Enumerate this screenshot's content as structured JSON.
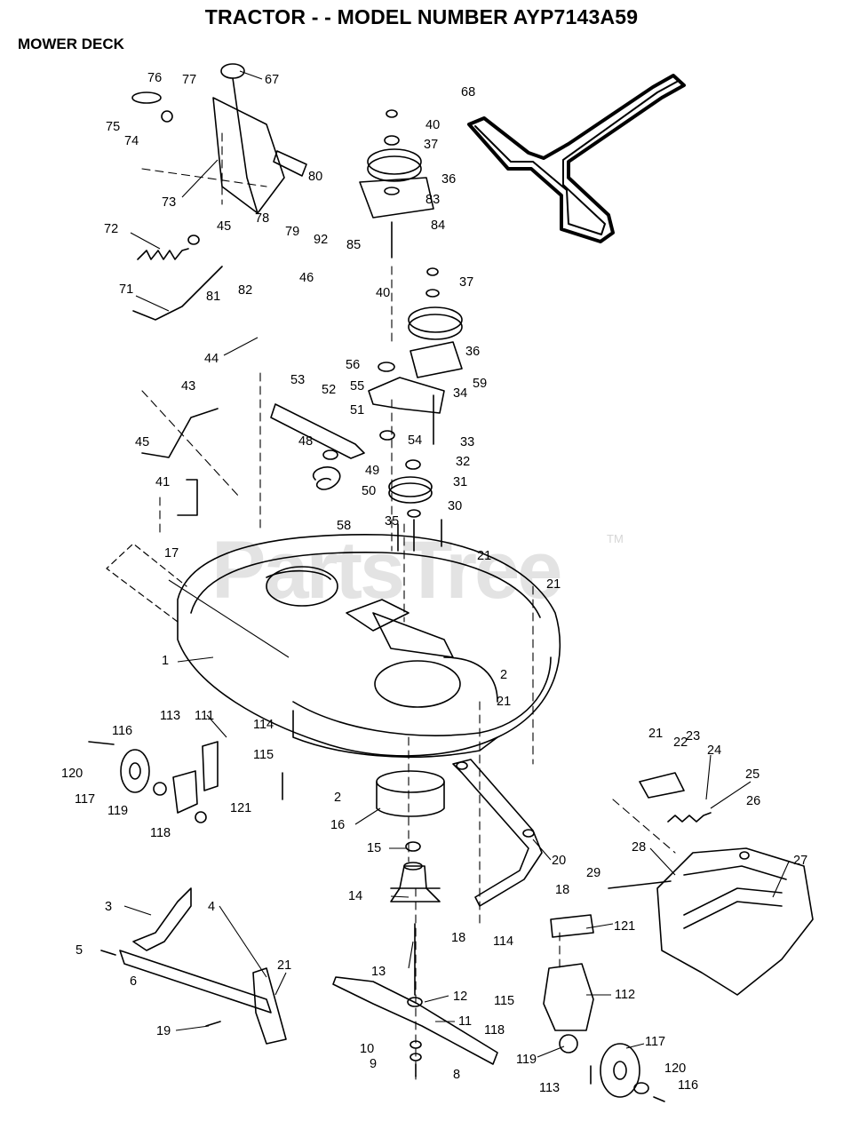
{
  "header": {
    "title": "TRACTOR - - MODEL NUMBER AYP7143A59",
    "subtitle": "MOWER DECK"
  },
  "watermark": {
    "text": "PartsTree",
    "trademark": "TM"
  },
  "callouts": [
    "1",
    "2",
    "3",
    "4",
    "5",
    "6",
    "8",
    "9",
    "10",
    "11",
    "12",
    "13",
    "14",
    "15",
    "16",
    "17",
    "18",
    "19",
    "20",
    "21",
    "22",
    "23",
    "24",
    "25",
    "26",
    "27",
    "28",
    "29",
    "30",
    "31",
    "32",
    "33",
    "34",
    "35",
    "36",
    "37",
    "40",
    "41",
    "43",
    "44",
    "45",
    "46",
    "48",
    "49",
    "50",
    "51",
    "52",
    "53",
    "54",
    "55",
    "56",
    "58",
    "59",
    "67",
    "68",
    "71",
    "72",
    "73",
    "74",
    "75",
    "76",
    "77",
    "78",
    "79",
    "80",
    "81",
    "82",
    "83",
    "84",
    "85",
    "92",
    "111",
    "112",
    "113",
    "114",
    "115",
    "116",
    "117",
    "118",
    "119",
    "120",
    "121"
  ],
  "labels": {
    "l76": "76",
    "l77": "77",
    "l67": "67",
    "l75": "75",
    "l74": "74",
    "l80": "80",
    "l73": "73",
    "l78": "78",
    "l79": "79",
    "l92": "92",
    "l40a": "40",
    "l37a": "37",
    "l36a": "36",
    "l83": "83",
    "l84": "84",
    "l85": "85",
    "l68": "68",
    "l72": "72",
    "l45a": "45",
    "l81": "81",
    "l82": "82",
    "l46": "46",
    "l71": "71",
    "l44": "44",
    "l40b": "40",
    "l37b": "37",
    "l36b": "36",
    "l59": "59",
    "l56": "56",
    "l55": "55",
    "l53": "53",
    "l52": "52",
    "l51": "51",
    "l34": "34",
    "l54": "54",
    "l48": "48",
    "l33": "33",
    "l49": "49",
    "l32": "32",
    "l50": "50",
    "l31": "31",
    "l43": "43",
    "l45b": "45",
    "l41": "41",
    "l58": "58",
    "l35": "35",
    "l30": "30",
    "l21a": "21",
    "l21b": "21",
    "l17": "17",
    "l1": "1",
    "l2a": "2",
    "l21c": "21",
    "l113a": "113",
    "l111": "111",
    "l114a": "114",
    "l116a": "116",
    "l115a": "115",
    "l120a": "120",
    "l117a": "117",
    "l119a": "119",
    "l121a": "121",
    "l118a": "118",
    "l2b": "2",
    "l16": "16",
    "l15": "15",
    "l20": "20",
    "l14": "14",
    "l21d": "21",
    "l22": "22",
    "l23": "23",
    "l24": "24",
    "l25": "25",
    "l26": "26",
    "l28": "28",
    "l27": "27",
    "l29": "29",
    "l18a": "18",
    "l18b": "18",
    "l114b": "114",
    "l121b": "121",
    "l3": "3",
    "l4": "4",
    "l5": "5",
    "l6": "6",
    "l21e": "21",
    "l13": "13",
    "l12": "12",
    "l11": "11",
    "l19": "19",
    "l112": "112",
    "l115b": "115",
    "l118b": "118",
    "l117b": "117",
    "l10": "10",
    "l9": "9",
    "l8": "8",
    "l119b": "119",
    "l120b": "120",
    "l113b": "113",
    "l116b": "116"
  }
}
